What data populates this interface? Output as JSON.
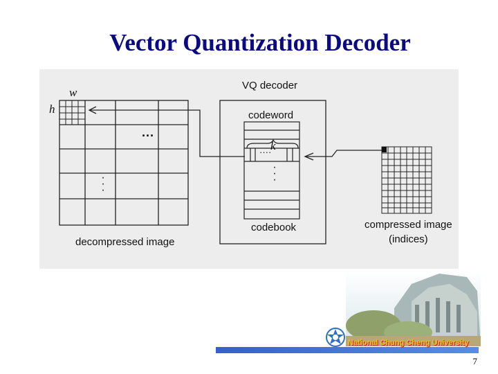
{
  "slide": {
    "title": "Vector Quantization Decoder",
    "page_number": "7"
  },
  "diagram": {
    "labels": {
      "w": "w",
      "h": "h",
      "vq_decoder": "VQ decoder",
      "codeword": "codeword",
      "k": "k",
      "codebook": "codebook",
      "decompressed_image": "decompressed image",
      "compressed_image": "compressed image",
      "indices": "(indices)",
      "ellipsis_h": "···",
      "ellipsis_row": "····"
    }
  },
  "footer": {
    "university": "National Chung Cheng University"
  },
  "colors": {
    "title": "#0a0a82",
    "footer_bar": "#3a5fc8",
    "diagram_bg": "#ededed"
  }
}
